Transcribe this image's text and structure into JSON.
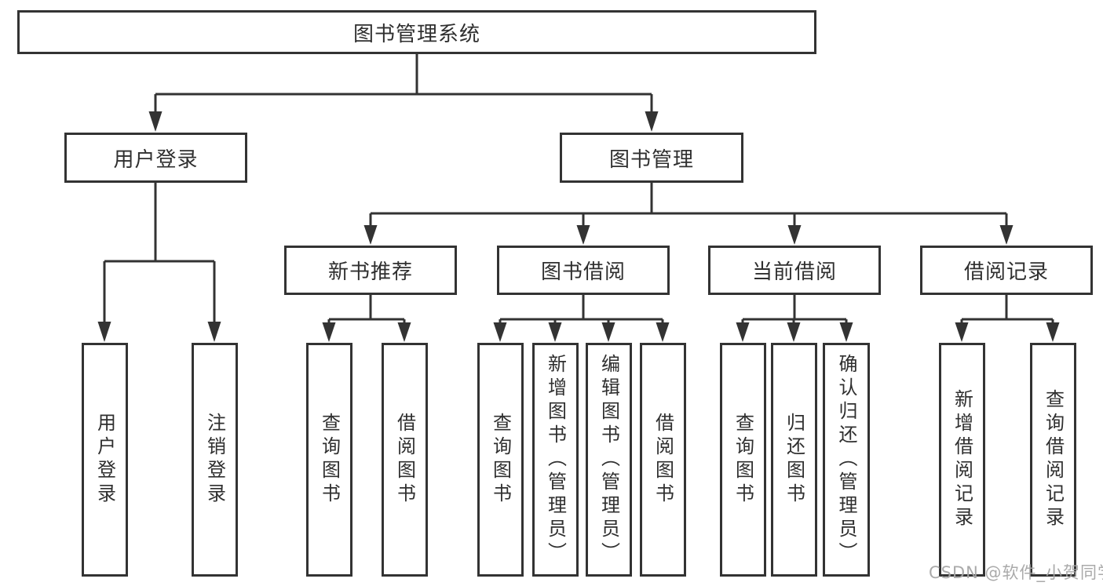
{
  "nodes": {
    "root": "图书管理系统",
    "user_login": {
      "label": "用户登录",
      "children": {
        "login": "用户登录",
        "logout": "注销登录"
      }
    },
    "book_mgmt": {
      "label": "图书管理",
      "children": {
        "new_books": {
          "label": "新书推荐",
          "children": {
            "query": "查询图书",
            "borrow": "借阅图书"
          }
        },
        "book_borrow": {
          "label": "图书借阅",
          "children": {
            "query": "查询图书",
            "add": "新增图书（管理员）",
            "edit": "编辑图书（管理员）",
            "borrow": "借阅图书"
          }
        },
        "current_borrow": {
          "label": "当前借阅",
          "children": {
            "query": "查询图书",
            "return": "归还图书",
            "confirm": "确认归还（管理员）"
          }
        },
        "borrow_records": {
          "label": "借阅记录",
          "children": {
            "add": "新增借阅记录",
            "query": "查询借阅记录"
          }
        }
      }
    }
  },
  "watermark": "CSDN @软件_小贺同学",
  "colors": {
    "line": "#333333",
    "text": "#2f2f2f",
    "background": "#ffffff",
    "watermark": "#a5a5a5"
  }
}
